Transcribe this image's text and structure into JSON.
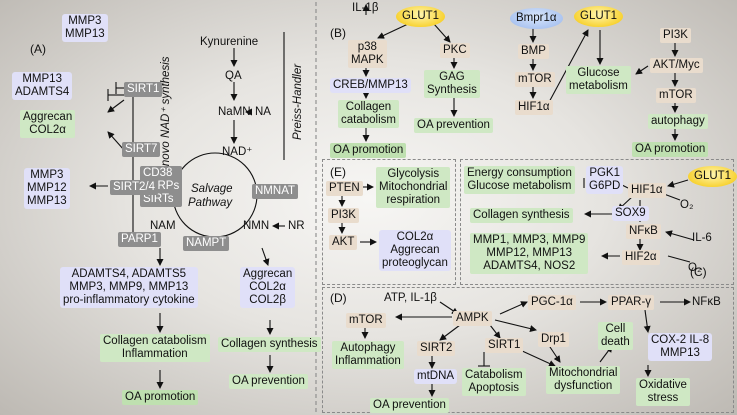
{
  "panels": {
    "a": "(A)",
    "b": "(B)",
    "c": "(C)",
    "d": "(D)",
    "e": "(E)"
  },
  "panel_a": {
    "de_novo_label": "De novo NAD⁺ synthesis",
    "preiss_label": "Preiss-Handler",
    "kynurenine": "Kynurenine",
    "qa": "QA",
    "namn": "NaMN",
    "na": "NA",
    "nad": "NAD⁺",
    "salvage": "Salvage",
    "pathway": "Pathway",
    "cd38": "CD38",
    "parps": "PARPs",
    "sirts": "SIRTs",
    "nmnat": "NMNAT",
    "nam": "NAM",
    "nmn": "NMN",
    "nr": "NR",
    "nampt": "NAMPT",
    "sirt1": "SIRT1",
    "sirt7": "SIRT7",
    "sirt24": "SIRT2/4",
    "parp1": "PARP1",
    "mmp3_mmp13": [
      "MMP3",
      "MMP13"
    ],
    "mmp13_adamts4": [
      "MMP13",
      "ADAMTS4"
    ],
    "aggrecan_col2a": [
      "Aggrecan",
      "COL2α"
    ],
    "mmp3_mmp12_mmp13": [
      "MMP3",
      "MMP12",
      "MMP13"
    ],
    "adamts_box": [
      "ADAMTS4, ADAMTS5",
      "MMP3, MMP9, MMP13",
      "pro-inflammatory cytokine"
    ],
    "aggrecan_col2a_col2b": [
      "Aggrecan",
      "COL2α",
      "COL2β"
    ],
    "collagen_catabolism_inflammation": [
      "Collagen catabolism",
      "Inflammation"
    ],
    "collagen_synthesis": "Collagen synthesis",
    "oa_promotion": "OA promotion",
    "oa_prevention": "OA prevention"
  },
  "panel_b": {
    "il1b": "IL-1β",
    "glut1_left": "GLUT1",
    "glut1_right": "GLUT1",
    "p38_mapk": [
      "p38",
      "MAPK"
    ],
    "pkc": "PKC",
    "creb_mmp13": "CREB/MMP13",
    "collagen_catabolism": [
      "Collagen",
      "catabolism"
    ],
    "gag_synthesis": [
      "GAG",
      "Synthesis"
    ],
    "oa_promotion_left": "OA promotion",
    "oa_prevention": "OA prevention",
    "bmpr1a": "Bmpr1α",
    "bmp": "BMP",
    "mtor_mid": "mTOR",
    "hif1a": "HIF1α",
    "glucose_metabolism": [
      "Glucose",
      "metabolism"
    ],
    "pi3k": "PI3K",
    "akt_myc": "AKT/Myc",
    "mtor_right": "mTOR",
    "autophagy": "autophagy",
    "oa_promotion_right": "OA promotion"
  },
  "panel_e": {
    "pten": "PTEN",
    "pi3k": "PI3K",
    "akt": "AKT",
    "glycolysis": [
      "Glycolysis",
      "Mitochondrial",
      "respiration"
    ],
    "col2a_box": [
      "COL2α",
      "Aggrecan",
      "proteoglycan"
    ]
  },
  "panel_c": {
    "energy": [
      "Energy consumption",
      "Glucose metabolism"
    ],
    "pgk1_g6pd": [
      "PGK1",
      "G6PD"
    ],
    "glut1": "GLUT1",
    "hif1a": "HIF1α",
    "o2_top": "O₂",
    "collagen_synthesis": "Collagen synthesis",
    "sox9": "SOX9",
    "nfkb": "NFκB",
    "il6": "IL-6",
    "mmp_box": [
      "MMP1, MMP3, MMP9",
      "MMP12, MMP13",
      "ADAMTS4, NOS2"
    ],
    "hif2a": "HIF2α",
    "o2_bottom": "O₂"
  },
  "panel_d": {
    "atp_il1b": "ATP, IL-1β",
    "ampk": "AMPK",
    "pgc1a": "PGC-1α",
    "ppar": "PPAR-γ",
    "nfkb": "NFκB",
    "mtor": "mTOR",
    "autophagy_inflammation": [
      "Autophagy",
      "Inflammation"
    ],
    "sirt2": "SIRT2",
    "sirt1": "SIRT1",
    "drp1": "Drp1",
    "cell_death": [
      "Cell",
      "death"
    ],
    "cox2_box": [
      "COX-2 IL-8",
      "MMP13"
    ],
    "mtdna": "mtDNA",
    "catabolism_apoptosis": [
      "Catabolism",
      "Apoptosis"
    ],
    "mito_dysfunction": [
      "Mitochondrial",
      "dysfunction"
    ],
    "oxidative_stress": [
      "Oxidative",
      "stress"
    ],
    "oa_prevention": "OA prevention"
  }
}
